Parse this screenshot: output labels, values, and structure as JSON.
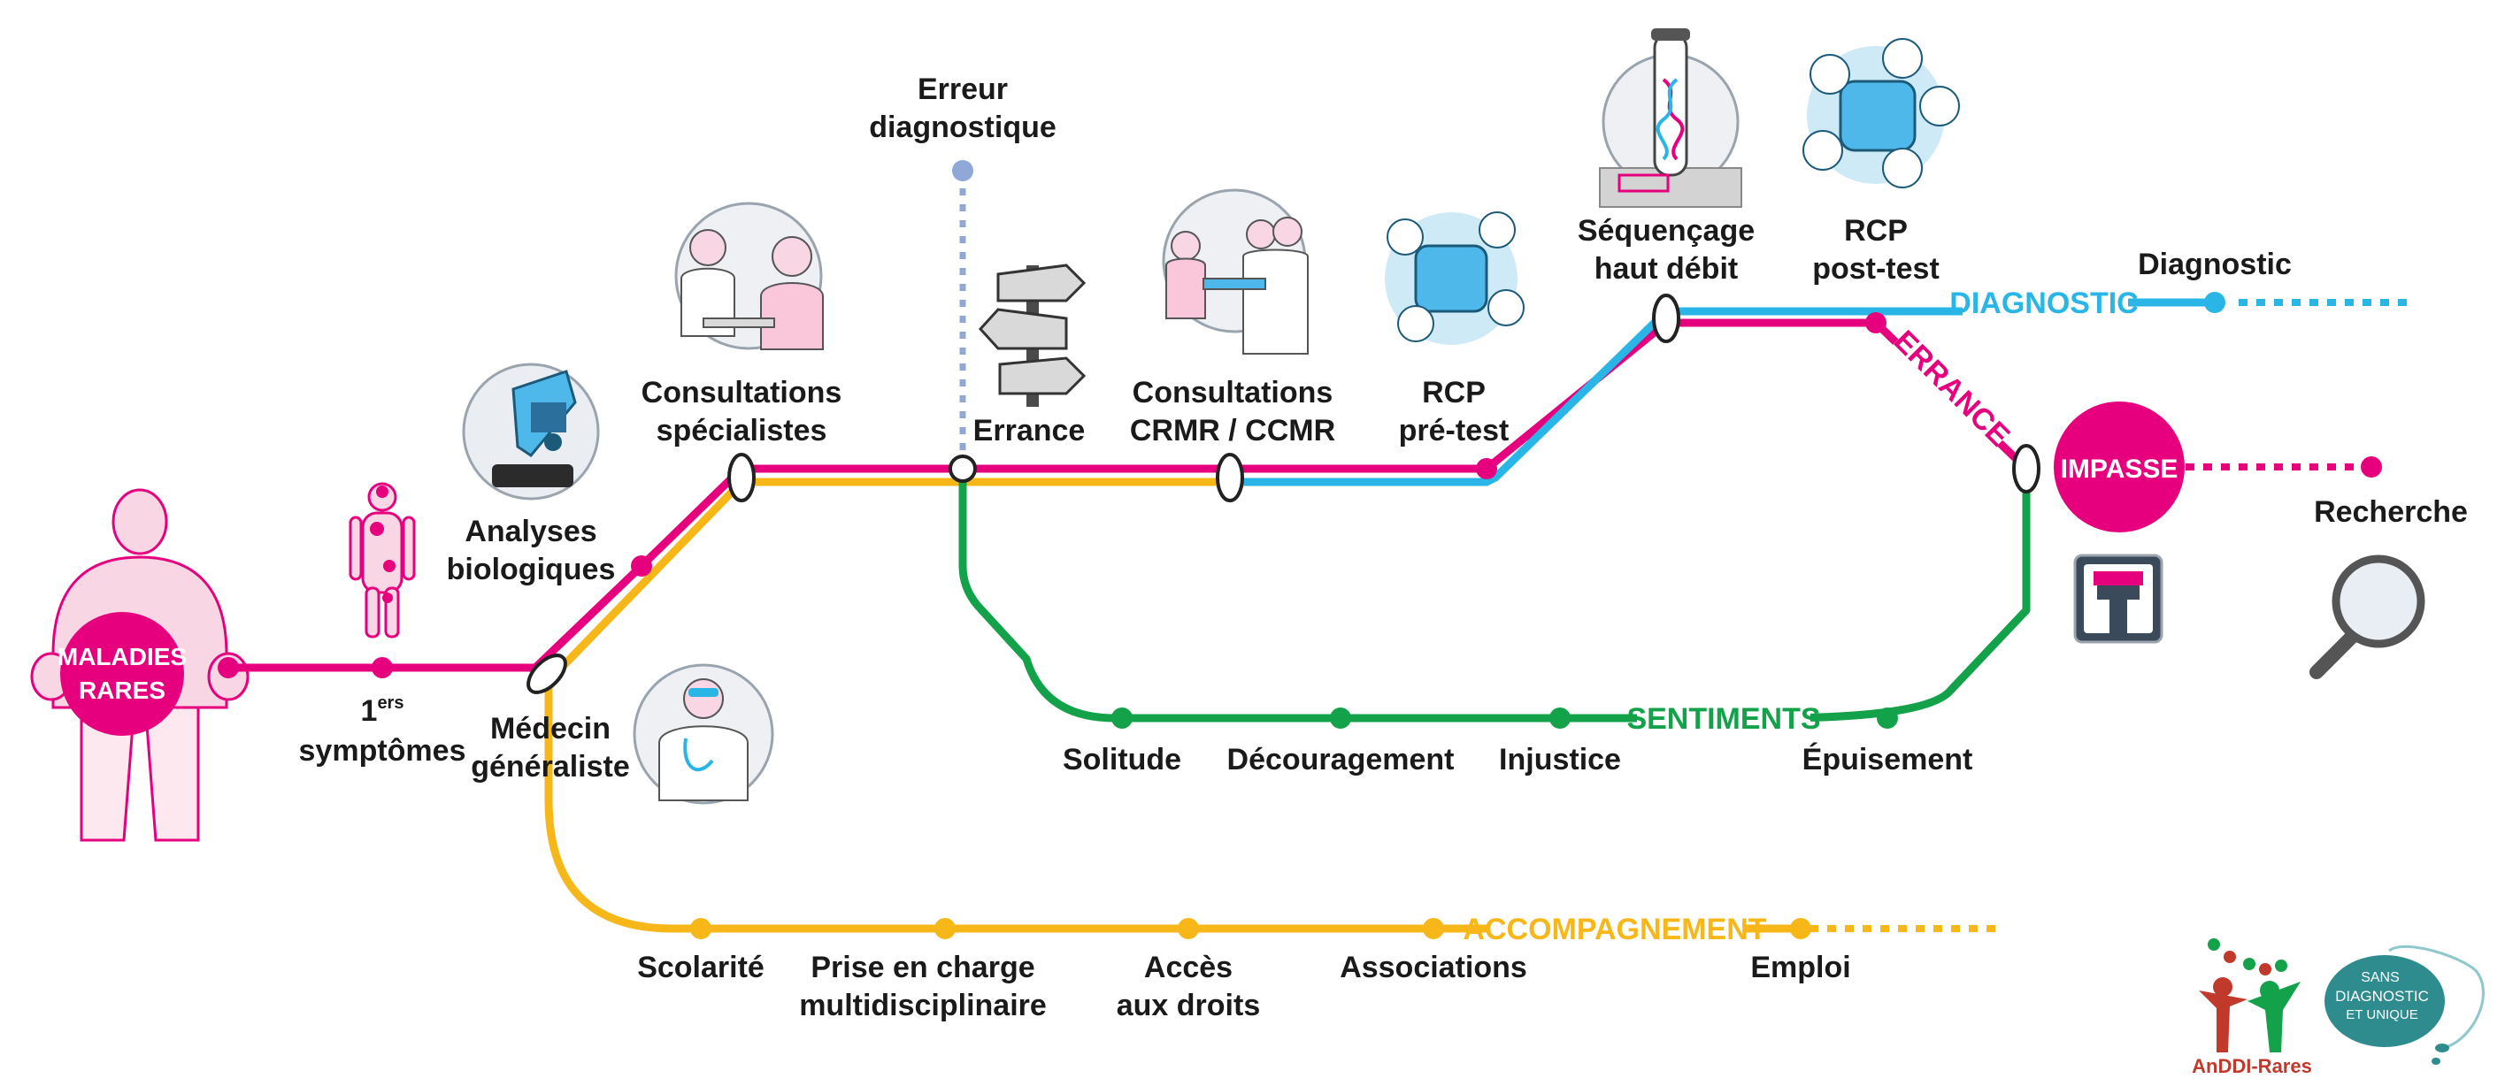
{
  "colors": {
    "pink": "#e6007e",
    "blue": "#29b6e6",
    "green": "#13a24a",
    "yellow": "#f7b719",
    "grey_dot": "#8fa8d8",
    "skin": "#f7c8da"
  },
  "badges": {
    "maladies_line1": "MALADIES",
    "maladies_line2": "RARES",
    "impasse": "IMPASSE"
  },
  "stations": {
    "symptomes_prefix": "1",
    "symptomes_sup": "ers",
    "symptomes_line2": "symptômes",
    "medecin_line1": "Médecin",
    "medecin_line2": "généraliste",
    "analyses_line1": "Analyses",
    "analyses_line2": "biologiques",
    "consultations_line1": "Consultations",
    "consultations_line2": "spécialistes",
    "erreur_line1": "Erreur",
    "erreur_line2": "diagnostique",
    "errance": "Errance",
    "crmr_line1": "Consultations",
    "crmr_line2": "CRMR / CCMR",
    "rcp_pre_line1": "RCP",
    "rcp_pre_line2": "pré-test",
    "sequencage_line1": "Séquençage",
    "sequencage_line2": "haut débit",
    "rcp_post_line1": "RCP",
    "rcp_post_line2": "post-test",
    "diagnostic": "Diagnostic",
    "recherche": "Recherche",
    "solitude": "Solitude",
    "decouragement": "Découragement",
    "injustice": "Injustice",
    "epuisement": "Épuisement",
    "scolarite": "Scolarité",
    "prise_line1": "Prise en charge",
    "prise_line2": "multidisciplinaire",
    "acces_line1": "Accès",
    "acces_line2": "aux droits",
    "associations": "Associations",
    "emploi": "Emploi"
  },
  "line_names": {
    "diagnostic": "DIAGNOSTIC",
    "errance": "ERRANCE",
    "sentiments": "SENTIMENTS",
    "accompagnement": "ACCOMPAGNEMENT"
  },
  "logos": {
    "anddi": "AnDDI-Rares",
    "sans_line1": "SANS",
    "sans_line2": "DIAGNOSTIC",
    "sans_line3": "ET UNIQUE"
  }
}
